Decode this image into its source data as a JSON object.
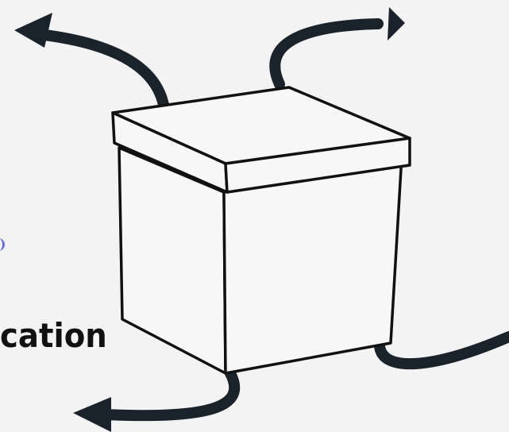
{
  "diagram": {
    "partial_label": "cation",
    "colors": {
      "background": "#f3f3f3",
      "stroke": "#111111",
      "box_fill": "#f7f7f7",
      "arrow": "#1a232b",
      "edge_mark": "#6b6bd6"
    },
    "elements": [
      "box-icon",
      "arrow-top-left",
      "arrow-top-right",
      "arrow-bottom-left",
      "arrow-bottom-right"
    ]
  }
}
